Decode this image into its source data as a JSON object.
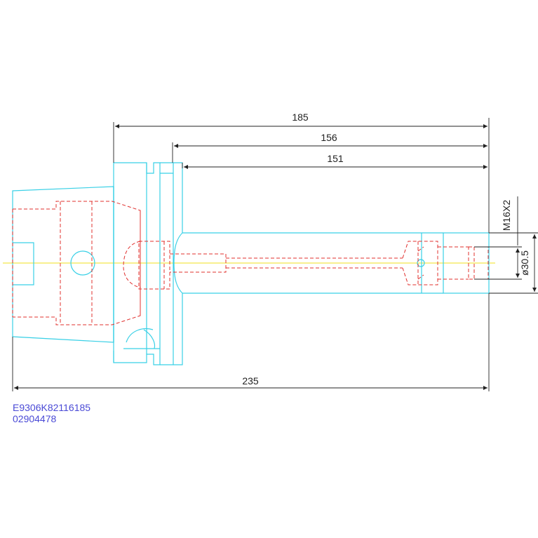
{
  "dimensions": {
    "total_length": "235",
    "length_185": "185",
    "length_156": "156",
    "length_151": "151",
    "thread": "M16X2",
    "diameter": "ø30.5"
  },
  "codes": {
    "line1": "E9306K82116185",
    "line2": "02904478"
  },
  "colors": {
    "outline": "#39d0e6",
    "hidden": "#e0302e",
    "dimension": "#222222",
    "centerline": "#f2e21c",
    "code_text": "#4a4ad6"
  }
}
